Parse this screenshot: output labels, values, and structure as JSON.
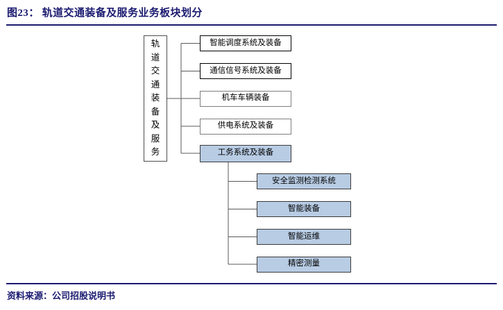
{
  "header": {
    "figure_label": "图23：",
    "title": "轨道交通装备及服务业务板块划分",
    "full_title": "图23： 轨道交通装备及服务业务板块划分"
  },
  "footer": {
    "source": "资料来源：公司招股说明书"
  },
  "colors": {
    "title_navy": "#1a1a70",
    "rule_navy": "#1a1a70",
    "highlight_fill": "#b8cce4",
    "box_border": "#000000",
    "box_border_gray": "#7f7f7f",
    "connector": "#595959",
    "page_background": "#ffffff"
  },
  "diagram": {
    "type": "tree",
    "orientation": "left-to-right",
    "root": {
      "label": "轨道交通装备及服务",
      "label_vertical": "轨\n道\n交\n通\n装\n备\n及\n服\n务",
      "orientation": "vertical-text"
    },
    "level1": [
      {
        "label": "智能调度系统及装备",
        "highlighted": false,
        "border": "#000000"
      },
      {
        "label": "通信信号系统及装备",
        "highlighted": false,
        "border": "#000000"
      },
      {
        "label": "机车车辆装备",
        "highlighted": false,
        "border": "#7f7f7f"
      },
      {
        "label": "供电系统及装备",
        "highlighted": false,
        "border": "#7f7f7f"
      },
      {
        "label": "工务系统及装备",
        "highlighted": true,
        "border": "#3a3a3a"
      }
    ],
    "level2_parent": "工务系统及装备",
    "level2": [
      {
        "label": "安全监测检测系统",
        "highlighted": true
      },
      {
        "label": "智能装备",
        "highlighted": true
      },
      {
        "label": "智能运维",
        "highlighted": true
      },
      {
        "label": "精密测量",
        "highlighted": true
      }
    ]
  }
}
